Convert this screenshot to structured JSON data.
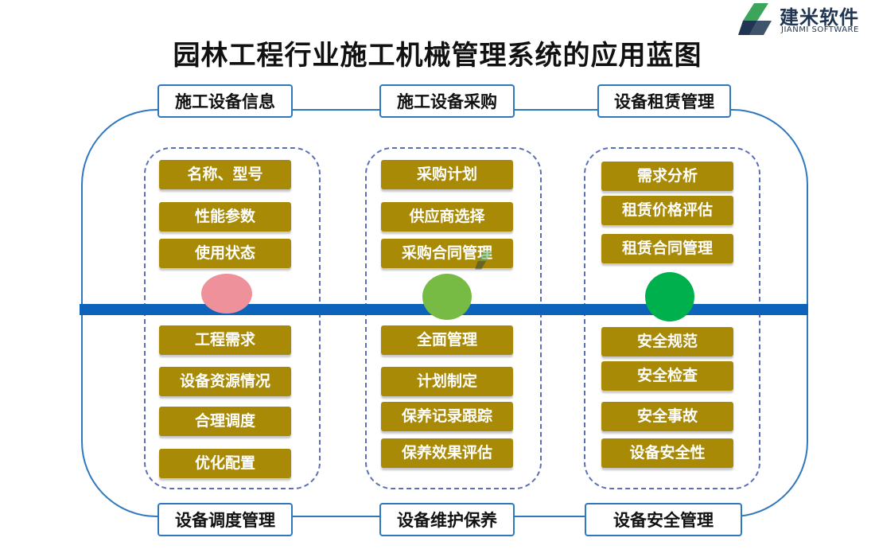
{
  "title": "园林工程行业施工机械管理系统的应用蓝图",
  "brand": {
    "name": "建米软件",
    "sub": "JIANMI SOFTWARE",
    "colors": {
      "dark": "#1f3552",
      "green": "#3aa55b"
    }
  },
  "colors": {
    "outline": "#2f78c0",
    "axis": "#0d63b9",
    "dashed_border": "#5b6fb5",
    "item_fill": "#a88a06",
    "item_text": "#ffffff"
  },
  "top_labels": [
    "施工设备信息",
    "施工设备采购",
    "设备租赁管理"
  ],
  "bottom_labels": [
    "设备调度管理",
    "设备维护保养",
    "设备安全管理"
  ],
  "columns": [
    {
      "upper": [
        "名称、型号",
        "性能参数",
        "使用状态"
      ],
      "lower": [
        "工程需求",
        "设备资源情况",
        "合理调度",
        "优化配置"
      ],
      "dot_color": "#ee919b"
    },
    {
      "upper": [
        "采购计划",
        "供应商选择",
        "采购合同管理"
      ],
      "lower": [
        "全面管理",
        "计划制定",
        "保养记录跟踪",
        "保养效果评估"
      ],
      "dot_color": "#77bb44"
    },
    {
      "upper": [
        "需求分析",
        "租赁价格评估",
        "租赁合同管理"
      ],
      "lower": [
        "安全规范",
        "安全检查",
        "安全事故",
        "设备安全性"
      ],
      "dot_color": "#00b04c"
    }
  ]
}
